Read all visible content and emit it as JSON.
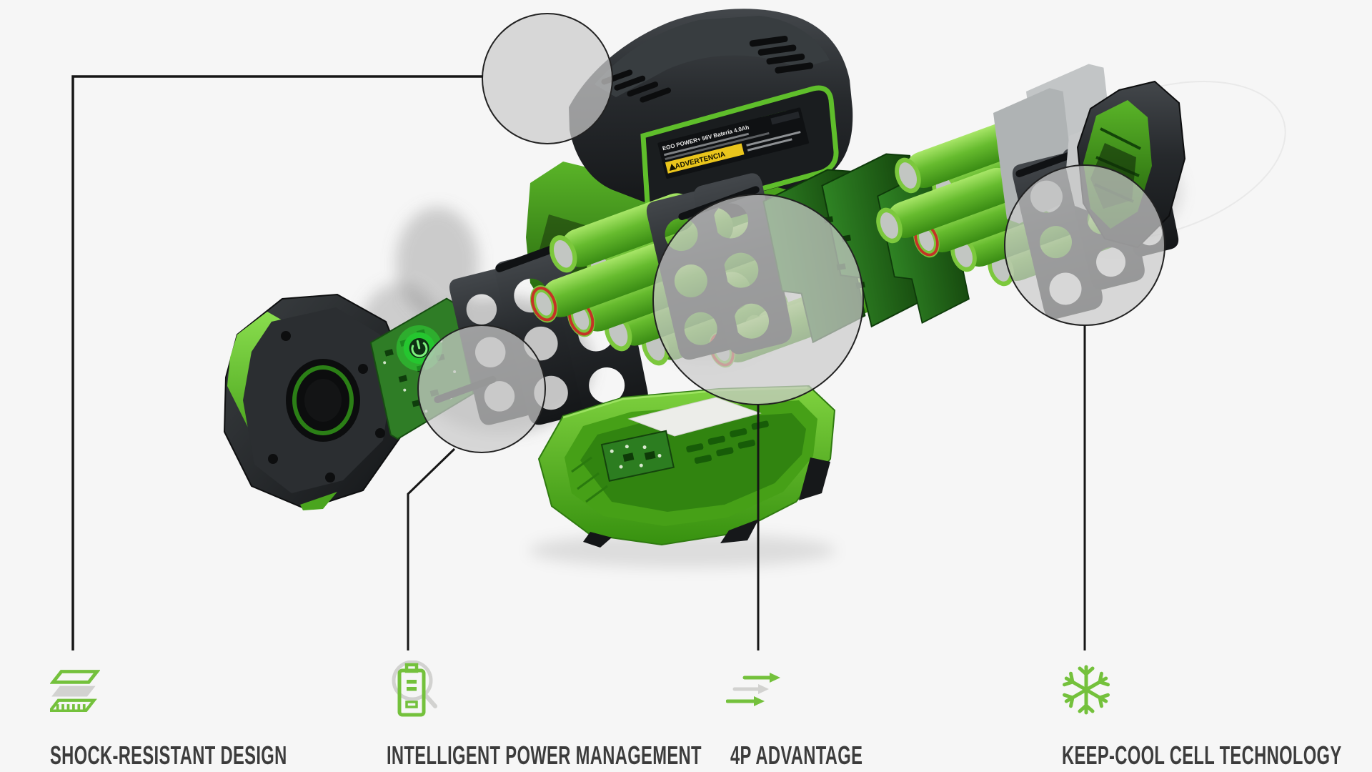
{
  "page": {
    "background_color": "#f6f6f6"
  },
  "theme": {
    "brand_green": "#74c13c",
    "icon_gray": "#d2d2d0",
    "label_text_color": "#3c3c3c",
    "callout_line_color": "#161616",
    "callout_circle_fill": "#cbcbcb",
    "callout_circle_opacity": "0.72",
    "callout_circle_stroke": "#222222",
    "cell_green": "#66bb2e",
    "housing_dark": "#1e2124"
  },
  "product": {
    "label": {
      "title": "EGO POWER+ 56V Batería 4.0Ah",
      "warning": "ADVERTENCIA"
    }
  },
  "features": [
    {
      "id": "shock-resistant-design",
      "icon": "layers-icon",
      "label": "SHOCK-RESISTANT DESIGN"
    },
    {
      "id": "intelligent-power-management",
      "icon": "battery-magnifier-icon",
      "label": "INTELLIGENT POWER MANAGEMENT"
    },
    {
      "id": "4p-advantage",
      "icon": "arrows-icon",
      "label": "4P ADVANTAGE"
    },
    {
      "id": "keep-cool-cell-technology",
      "icon": "snowflake-icon",
      "label": "KEEP-COOL CELL TECHNOLOGY"
    }
  ]
}
